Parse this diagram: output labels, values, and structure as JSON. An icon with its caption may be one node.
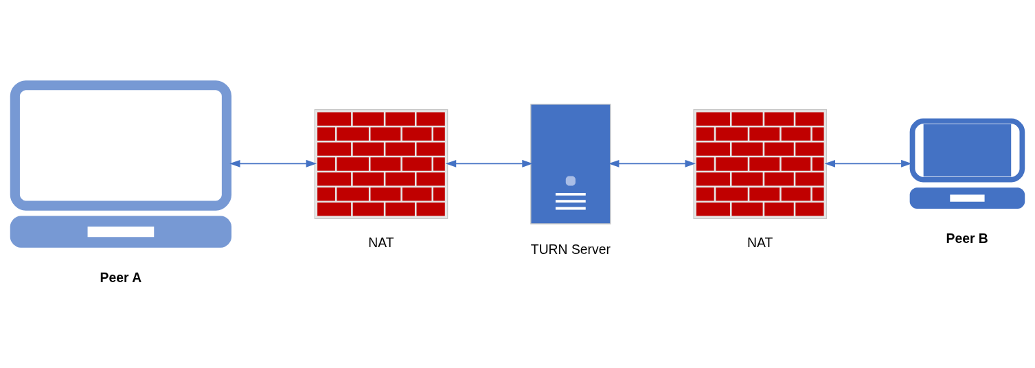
{
  "diagram": {
    "nodes": [
      {
        "text": [
          "Peer A"
        ]
      },
      {
        "text": [
          "NAT"
        ]
      },
      {
        "text": [
          "TURN Server"
        ]
      },
      {
        "text": [
          "NAT"
        ]
      },
      {
        "text": [
          "Peer B"
        ]
      }
    ],
    "edges": [
      {
        "from": 0,
        "to": 1,
        "arrow": "both"
      },
      {
        "from": 1,
        "to": 2,
        "arrow": "both"
      },
      {
        "from": 2,
        "to": 3,
        "arrow": "both"
      },
      {
        "from": 3,
        "to": 4,
        "arrow": "both"
      }
    ]
  }
}
